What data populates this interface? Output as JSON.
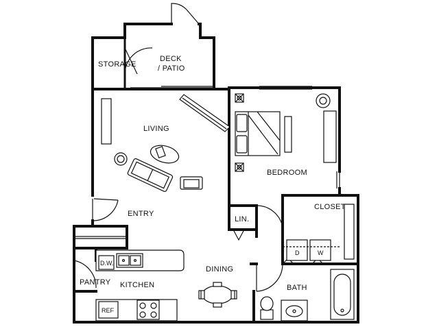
{
  "rooms": {
    "storage": "STORAGE",
    "deck_line1": "DECK",
    "deck_line2": "/ PATIO",
    "living": "LIVING",
    "bedroom": "BEDROOM",
    "closet": "CLOSET",
    "entry": "ENTRY",
    "linen": "LIN.",
    "dining": "DINING",
    "pantry": "PANTRY",
    "kitchen": "KITCHEN",
    "bath": "BATH"
  },
  "appliances": {
    "dishwasher": "D.W.",
    "refrigerator": "REF",
    "dryer": "D",
    "washer": "W"
  }
}
